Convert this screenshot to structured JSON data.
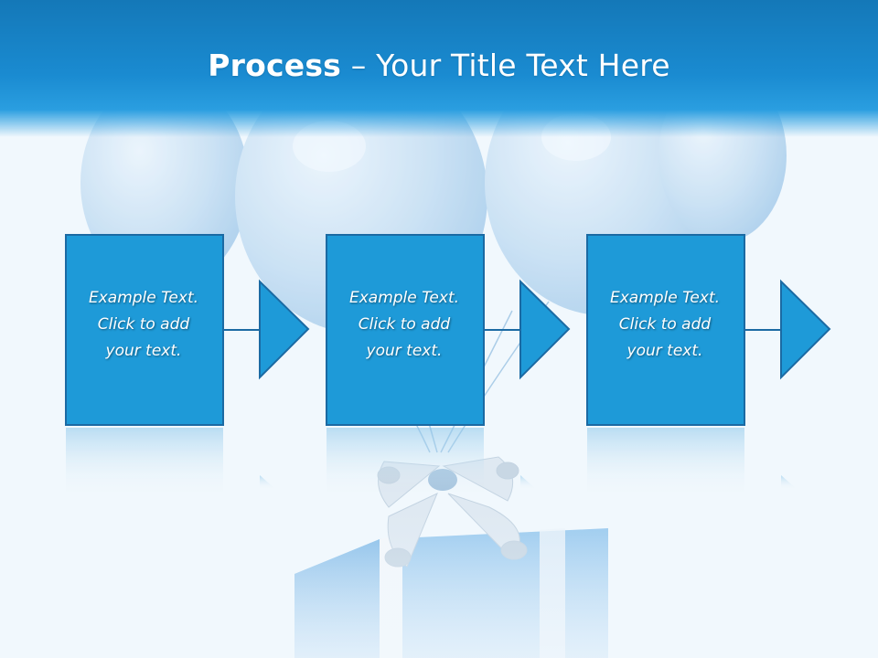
{
  "slide": {
    "title_strong": "Process",
    "title_rest": " – Your Title Text Here",
    "steps": [
      {
        "text": "Example Text.\nClick  to add\nyour text."
      },
      {
        "text": "Example Text.\nClick  to add\nyour text."
      },
      {
        "text": "Example Text.\nClick  to add\nyour text."
      }
    ]
  },
  "colors": {
    "header": "#1a8bd1",
    "box_fill": "#1e9ad8",
    "box_border": "#1b6aa3",
    "background": "#f1f8fd"
  },
  "icons": [
    "balloons-image",
    "gift-box-image",
    "arrow-right-icon"
  ]
}
